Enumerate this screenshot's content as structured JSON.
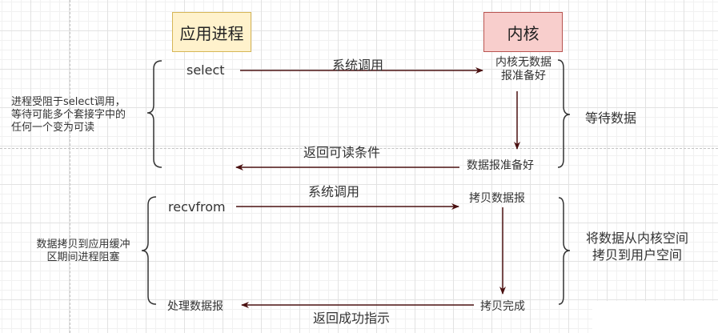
{
  "title": "I/O multiplexing (select) sequence diagram",
  "colors": {
    "app_box_fill": "#fff2cc",
    "app_box_border": "#d6b656",
    "kernel_box_fill": "#f8cecc",
    "kernel_box_border": "#b85450",
    "arrow": "#4a1010",
    "brace": "#333333"
  },
  "headers": {
    "app_process": "应用进程",
    "kernel": "内核"
  },
  "phase1": {
    "app_call": "select",
    "call_label": "系统调用",
    "kernel_no_data": [
      "内核无数据",
      "报准备好"
    ],
    "kernel_data_ready": "数据报准备好",
    "return_label": "返回可读条件",
    "left_note": [
      "进程受阻于select调用，",
      "等待可能多个套接字中的",
      "任何一个变为可读"
    ],
    "right_note": "等待数据"
  },
  "phase2": {
    "app_call": "recvfrom",
    "call_label": "系统调用",
    "kernel_copy": "拷贝数据报",
    "kernel_copy_done": "拷贝完成",
    "return_label": "返回成功指示",
    "app_process_data": "处理数据报",
    "left_note": [
      "数据拷贝到应用缓冲",
      "区期间进程阻塞"
    ],
    "right_note": [
      "将数据从内核空间",
      "拷贝到用户空间"
    ]
  }
}
